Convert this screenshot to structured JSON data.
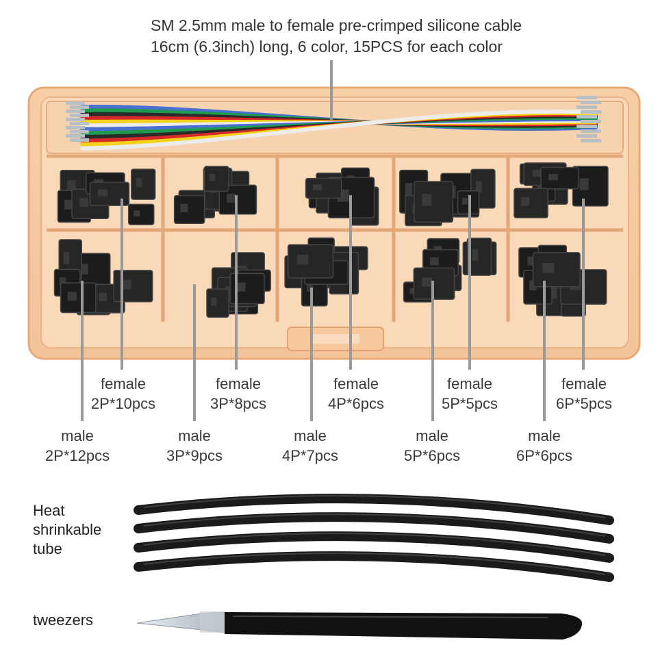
{
  "cable_caption": {
    "line1": "SM 2.5mm male to female pre-crimped silicone cable",
    "line2": "16cm (6.3inch) long, 6 color, 15PCS for each color"
  },
  "cable_colors": [
    "#4a6fd0",
    "#1f9a4f",
    "#2a2a2a",
    "#d62a2a",
    "#f2d21a",
    "#f5f5f5"
  ],
  "female_labels": [
    {
      "name": "female",
      "count": "2P*10pcs"
    },
    {
      "name": "female",
      "count": "3P*8pcs"
    },
    {
      "name": "female",
      "count": "4P*6pcs"
    },
    {
      "name": "female",
      "count": "5P*5pcs"
    },
    {
      "name": "female",
      "count": "6P*5pcs"
    }
  ],
  "male_labels": [
    {
      "name": "male",
      "count": "2P*12pcs"
    },
    {
      "name": "male",
      "count": "3P*9pcs"
    },
    {
      "name": "male",
      "count": "4P*7pcs"
    },
    {
      "name": "male",
      "count": "5P*6pcs"
    },
    {
      "name": "male",
      "count": "6P*6pcs"
    }
  ],
  "heat_shrink": {
    "line1": "Heat",
    "line2": "shrinkable",
    "line3": "tube"
  },
  "tweezers": {
    "label": "tweezers"
  }
}
